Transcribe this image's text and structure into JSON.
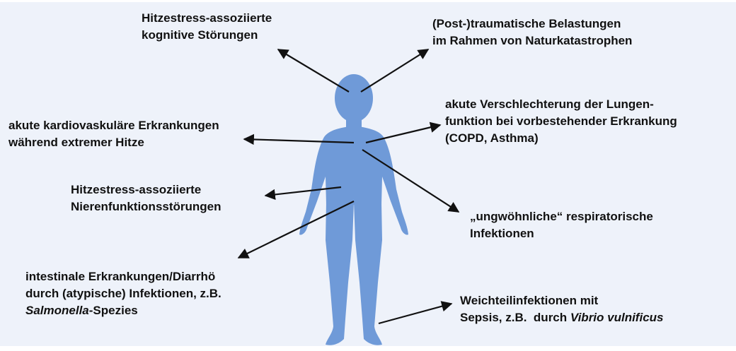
{
  "colors": {
    "background": "#eef2fa",
    "figure": "#6f9ad8",
    "arrow": "#111111",
    "text": "#111111"
  },
  "figure": {
    "icon": "human-body-silhouette"
  },
  "labels": {
    "heat_cognitive": {
      "line1": "Hitzestress-assoziierte",
      "line2": "kognitive Störungen"
    },
    "trauma": {
      "line1": "(Post-)traumatische Belastungen",
      "line2": "im Rahmen von Naturkatastrophen"
    },
    "lung": {
      "line1": "akute Verschlechterung der Lungen-",
      "line2": "funktion bei vorbestehender Erkrankung",
      "line3": "(COPD, Asthma)"
    },
    "cardio": {
      "line1": "akute kardiovaskuläre Erkrankungen",
      "line2": "während extremer Hitze"
    },
    "kidney": {
      "line1": "Hitzestress-assoziierte",
      "line2": "Nierenfunktionsstörungen"
    },
    "respiratory": {
      "line1": "„ungwöhnliche“ respiratorische",
      "line2": "Infektionen"
    },
    "intestinal": {
      "line1": "intestinale Erkrankungen/Diarrhö",
      "line2": "durch (atypische) Infektionen, z.B.",
      "line3_italic": "Salmonella",
      "line3_rest": "-Spezies"
    },
    "softtissue": {
      "line1": "Weichteilinfektionen mit",
      "line2_plain": "Sepsis, z.B.  durch ",
      "line2_italic": "Vibrio vulnificus"
    }
  }
}
